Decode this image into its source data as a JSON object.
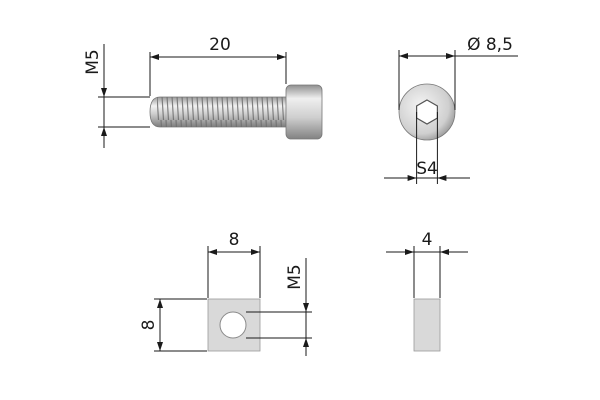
{
  "screw_side_view": {
    "length_label": "20",
    "thread_label": "M5"
  },
  "screw_end_view": {
    "diameter_label": "Ø 8,5",
    "drive_label": "S4"
  },
  "nut_front_view": {
    "width_label": "8",
    "height_label": "8",
    "thread_label": "M5"
  },
  "nut_side_view": {
    "thickness_label": "4"
  },
  "colors": {
    "line": "#1a1a1a",
    "metal_light": "#e6e6e6",
    "metal_dark": "#8a8a8a",
    "nut_face": "#d9d9d9"
  }
}
